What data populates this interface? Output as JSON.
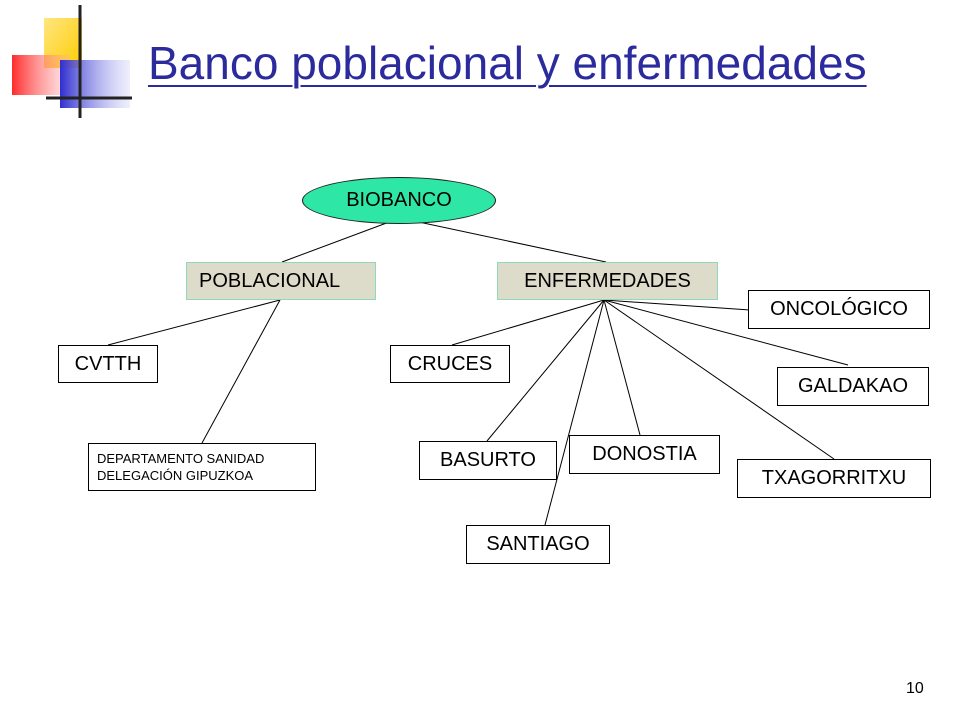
{
  "slide": {
    "title": "Banco poblacional y enfermedades",
    "page_number": "10"
  },
  "diagram": {
    "root": "BIOBANCO",
    "branches": {
      "poblacional": {
        "label": "POBLACIONAL",
        "children": [
          "CVTTH",
          "DEPARTAMENTO SANIDAD",
          "DELEGACIÓN GIPUZKOA"
        ]
      },
      "enfermedades": {
        "label": "ENFERMEDADES",
        "children": [
          "ONCOLÓGICO",
          "CRUCES",
          "GALDAKAO",
          "DONOSTIA",
          "BASURTO",
          "TXAGORRITXU",
          "SANTIAGO"
        ]
      }
    }
  },
  "colors": {
    "title": "#2b2b9e",
    "root_fill": "#2ee6a6",
    "category_fill": "#dddccb",
    "category_border": "#8fd9b8",
    "logo_yellow": "#ffcc00",
    "logo_red": "#ff4040",
    "logo_blue": "#3b3bd8"
  }
}
